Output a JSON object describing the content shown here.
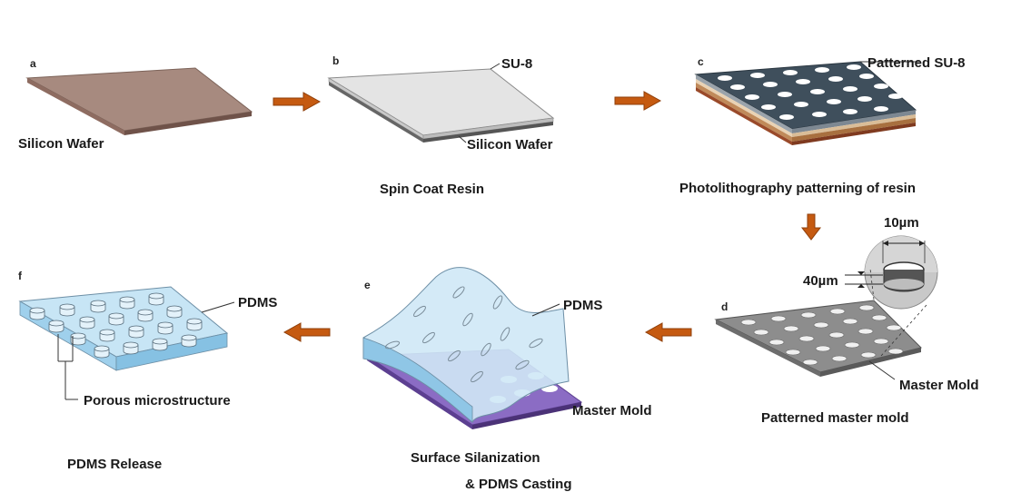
{
  "panels": {
    "a": {
      "letter": "a",
      "wafer_label": "Silicon Wafer"
    },
    "b": {
      "letter": "b",
      "top_label": "SU-8",
      "bottom_label": "Silicon Wafer",
      "caption": "Spin Coat Resin"
    },
    "c": {
      "letter": "c",
      "label": "Patterned SU-8",
      "caption": "Photolithography patterning of resin"
    },
    "d": {
      "letter": "d",
      "dim_width": "10µm",
      "dim_height": "40µm",
      "label": "Master Mold",
      "caption": "Patterned master mold"
    },
    "e": {
      "letter": "e",
      "pdms_label": "PDMS",
      "mold_label": "Master Mold",
      "caption_line1": "Surface Silanization",
      "caption_line2": "&  PDMS Casting"
    },
    "f": {
      "letter": "f",
      "pdms_label": "PDMS",
      "structure_label": "Porous microstructure",
      "caption": "PDMS Release"
    }
  },
  "colors": {
    "arrow": "#c55a11",
    "wafer": "#a0857a",
    "resin": "#e2e2e2",
    "patterned": "#3f4f5c",
    "mold": "#8c8c8c",
    "pdms": "#bfe1f2",
    "mold_purple": "#7a56b0"
  }
}
